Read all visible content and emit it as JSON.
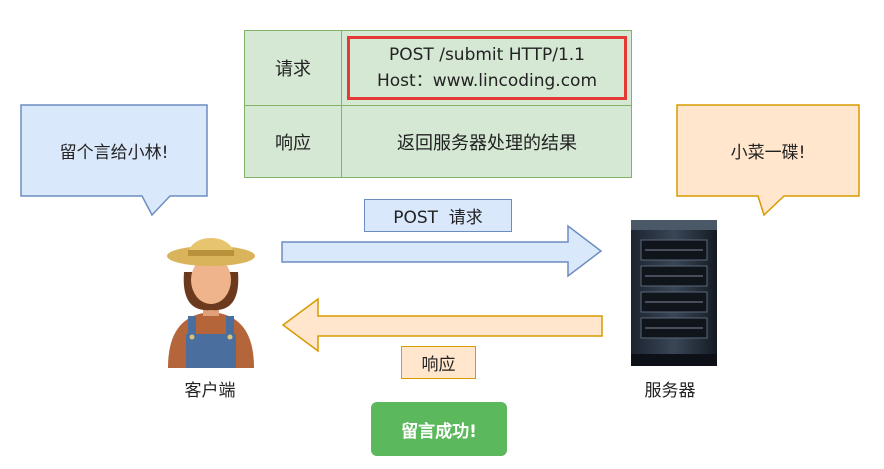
{
  "table": {
    "request_label": "请求",
    "request_line1": "POST /submit HTTP/1.1",
    "request_line2": "Host：www.lincoding.com",
    "response_label": "响应",
    "response_value": "返回服务器处理的结果"
  },
  "client_bubble": "留个言给小林!",
  "server_bubble": "小菜一碟!",
  "arrows": {
    "request_label": "POST  请求",
    "response_label": "响应"
  },
  "client_caption": "客户端",
  "server_caption": "服务器",
  "success_button": "留言成功!",
  "colors": {
    "table_fill": "#d5e8d4",
    "table_border": "#82b366",
    "highlight_border": "#e53935",
    "blue_fill": "#dae8fc",
    "blue_border": "#6c8ebf",
    "orange_fill": "#ffe6cc",
    "orange_border": "#d79b00",
    "success_fill": "#5cb85c"
  }
}
